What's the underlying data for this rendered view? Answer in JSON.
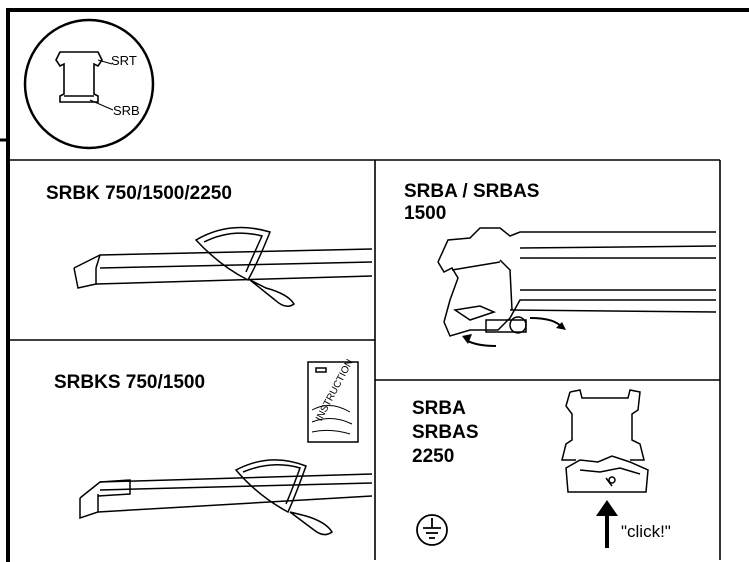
{
  "profile_diagram": {
    "label_top": "SRT",
    "label_bottom": "SRB"
  },
  "panels": {
    "srbk": {
      "title": "SRBK 750/1500/2250"
    },
    "srbks": {
      "title": "SRBKS 750/1500",
      "booklet_text": "INSTRUCTION"
    },
    "srba_1500": {
      "title_line1": "SRBA / SRBAS",
      "title_line2": "1500"
    },
    "srba_2250": {
      "title_line1": "SRBA",
      "title_line2": "SRBAS",
      "title_line3": "2250",
      "click_text": "\"click!\"",
      "ground_symbol": "ground-icon"
    }
  }
}
